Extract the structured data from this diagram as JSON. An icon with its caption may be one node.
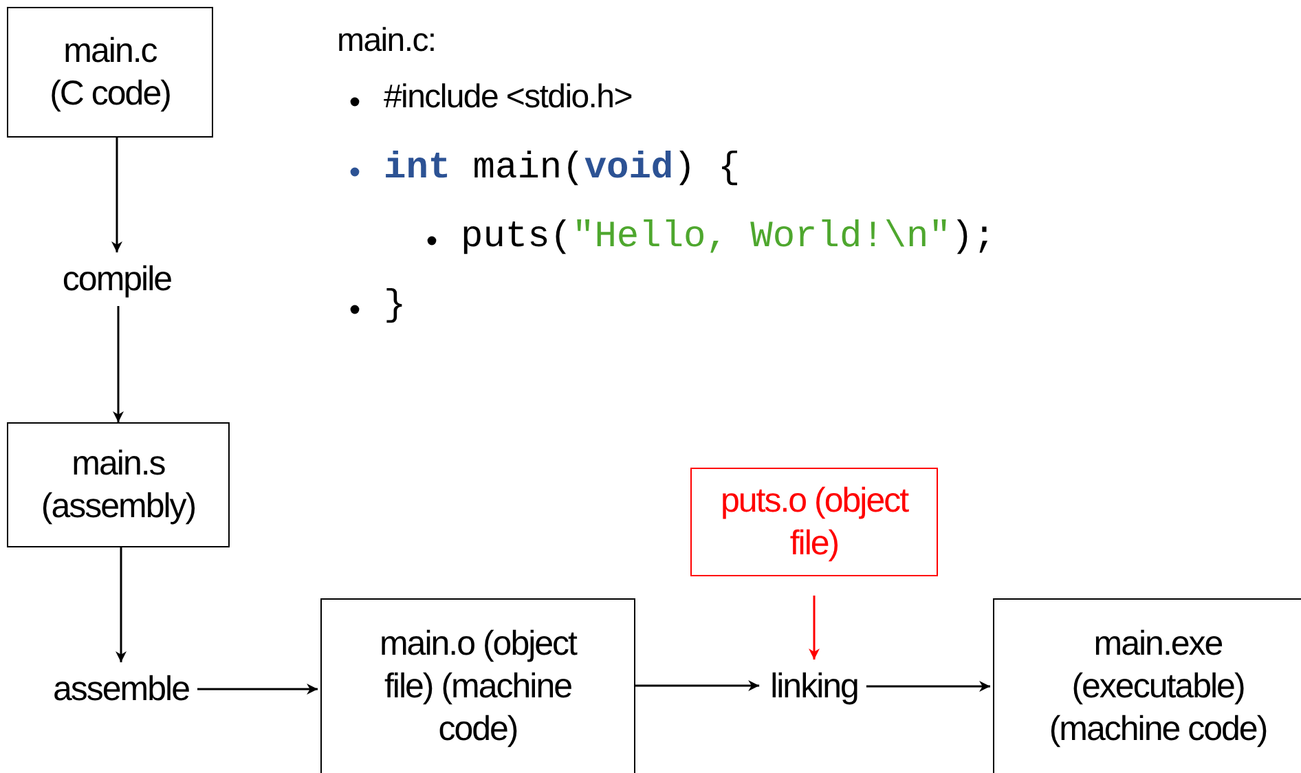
{
  "diagram": {
    "nodes": [
      {
        "text": [
          "main.c (C code)"
        ]
      },
      {
        "text": [
          "compile"
        ]
      },
      {
        "text": [
          "main.s (assembly)"
        ]
      },
      {
        "text": [
          "assemble"
        ]
      },
      {
        "text": [
          "main.o (object file) (machine code)"
        ]
      },
      {
        "text": [
          "puts.o (object file)"
        ]
      },
      {
        "text": [
          "linking"
        ]
      },
      {
        "text": [
          "main.exe (executable) (machine code)"
        ]
      }
    ],
    "edges": [
      {
        "from": 0,
        "to": 1,
        "arrow": "to"
      },
      {
        "from": 1,
        "to": 2,
        "arrow": "to"
      },
      {
        "from": 2,
        "to": 3,
        "arrow": "to"
      },
      {
        "from": 3,
        "to": 4,
        "arrow": "to"
      },
      {
        "from": 4,
        "to": 6,
        "arrow": "to"
      },
      {
        "from": 5,
        "to": 6,
        "arrow": "to",
        "color": "#ff0000"
      },
      {
        "from": 6,
        "to": 7,
        "arrow": "to"
      }
    ],
    "labels": [
      "main.c:",
      "#include <stdio.h>",
      "**int** main(**void**) {",
      "puts(\"Hello, World!\\n\");",
      "}"
    ]
  }
}
